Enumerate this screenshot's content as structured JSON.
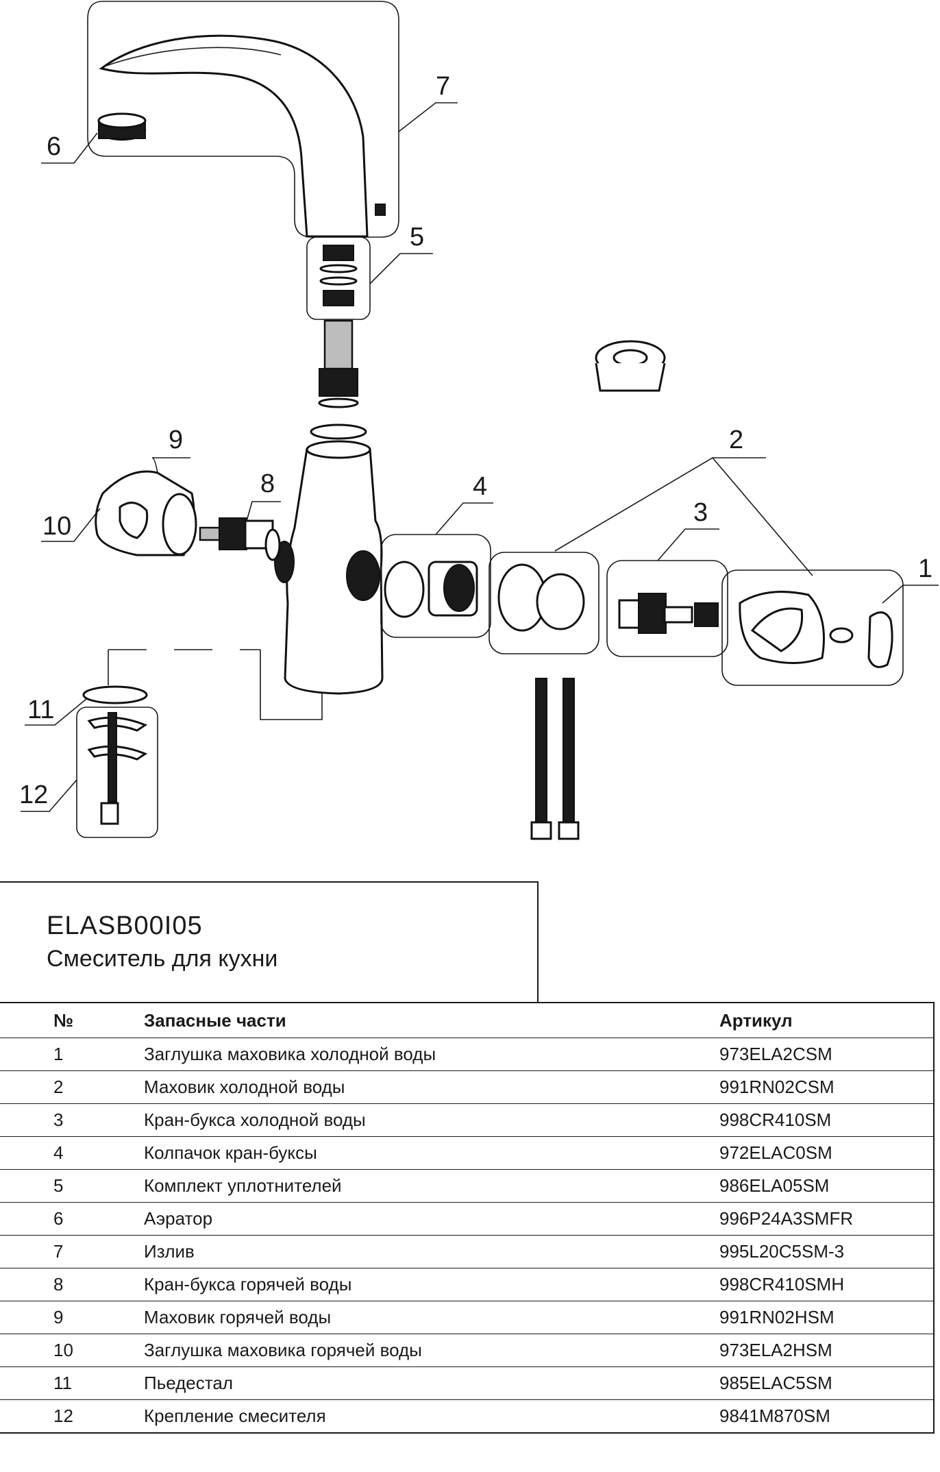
{
  "callouts": [
    "1",
    "2",
    "3",
    "4",
    "5",
    "6",
    "7",
    "8",
    "9",
    "10",
    "11",
    "12"
  ],
  "header": {
    "model_code": "ELASB00I05",
    "product_name": "Смеситель для кухни"
  },
  "table": {
    "columns": [
      "№",
      "Запасные части",
      "Артикул"
    ],
    "rows": [
      {
        "no": "1",
        "name": "Заглушка маховика холодной воды",
        "article": "973ELA2CSM"
      },
      {
        "no": "2",
        "name": "Маховик холодной воды",
        "article": "991RN02CSM"
      },
      {
        "no": "3",
        "name": "Кран-букса холодной воды",
        "article": "998CR410SM"
      },
      {
        "no": "4",
        "name": "Колпачок кран-буксы",
        "article": "972ELAC0SM"
      },
      {
        "no": "5",
        "name": "Комплект уплотнителей",
        "article": "986ELA05SM"
      },
      {
        "no": "6",
        "name": "Аэратор",
        "article": "996P24A3SMFR"
      },
      {
        "no": "7",
        "name": "Излив",
        "article": "995L20C5SM-3"
      },
      {
        "no": "8",
        "name": "Кран-букса горячей воды",
        "article": "998CR410SMH"
      },
      {
        "no": "9",
        "name": "Маховик горячей воды",
        "article": "991RN02HSM"
      },
      {
        "no": "10",
        "name": "Заглушка маховика горячей воды",
        "article": "973ELA2HSM"
      },
      {
        "no": "11",
        "name": "Пьедестал",
        "article": "985ELAC5SM"
      },
      {
        "no": "12",
        "name": "Крепление смесителя",
        "article": "9841M870SM"
      }
    ]
  }
}
